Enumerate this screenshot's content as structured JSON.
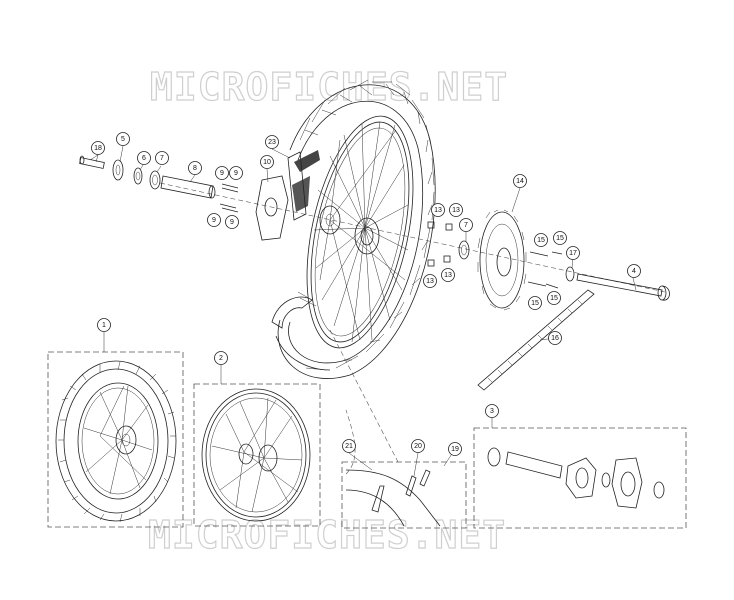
{
  "watermark": {
    "top": "MICROFICHES.NET",
    "bottom": "MICROFICHES.NET"
  },
  "callouts": [
    {
      "id": "c1",
      "label": "1"
    },
    {
      "id": "c2",
      "label": "2"
    },
    {
      "id": "c3",
      "label": "3"
    },
    {
      "id": "c4",
      "label": "4"
    },
    {
      "id": "c5",
      "label": "5"
    },
    {
      "id": "c6",
      "label": "6"
    },
    {
      "id": "c7a",
      "label": "7"
    },
    {
      "id": "c7b",
      "label": "7"
    },
    {
      "id": "c8",
      "label": "8"
    },
    {
      "id": "c9a",
      "label": "9"
    },
    {
      "id": "c9b",
      "label": "9"
    },
    {
      "id": "c9c",
      "label": "9"
    },
    {
      "id": "c9d",
      "label": "9"
    },
    {
      "id": "c10",
      "label": "10"
    },
    {
      "id": "c13a",
      "label": "13"
    },
    {
      "id": "c13b",
      "label": "13"
    },
    {
      "id": "c13c",
      "label": "13"
    },
    {
      "id": "c13d",
      "label": "13"
    },
    {
      "id": "c14",
      "label": "14"
    },
    {
      "id": "c15a",
      "label": "15"
    },
    {
      "id": "c15b",
      "label": "15"
    },
    {
      "id": "c15c",
      "label": "15"
    },
    {
      "id": "c15d",
      "label": "15"
    },
    {
      "id": "c16",
      "label": "16"
    },
    {
      "id": "c17",
      "label": "17"
    },
    {
      "id": "c18",
      "label": "18"
    },
    {
      "id": "c19",
      "label": "19"
    },
    {
      "id": "c20",
      "label": "20"
    },
    {
      "id": "c21",
      "label": "21"
    },
    {
      "id": "c23",
      "label": "23"
    }
  ]
}
